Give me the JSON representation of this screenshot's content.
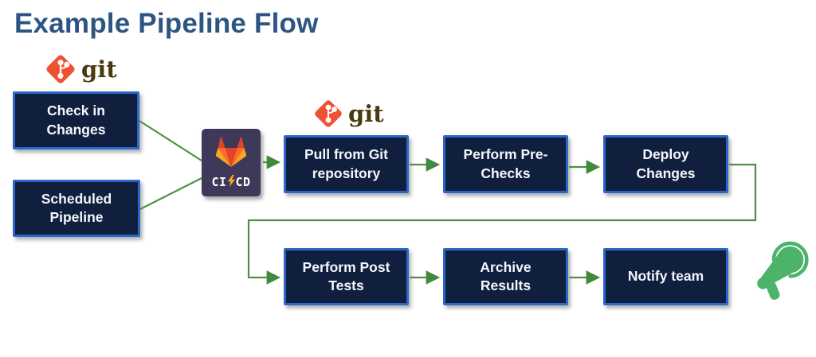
{
  "title": "Example Pipeline Flow",
  "git": {
    "wordmark": "git"
  },
  "gitlab": {
    "ci": "CI",
    "cd": "CD"
  },
  "nodes": [
    {
      "id": "check-in-changes",
      "label": "Check in\nChanges"
    },
    {
      "id": "scheduled-pipeline",
      "label": "Scheduled\nPipeline"
    },
    {
      "id": "pull-from-git",
      "label": "Pull from Git\nrepository"
    },
    {
      "id": "perform-pre-checks",
      "label": "Perform Pre-\nChecks"
    },
    {
      "id": "deploy-changes",
      "label": "Deploy\nChanges"
    },
    {
      "id": "perform-post-tests",
      "label": "Perform Post\nTests"
    },
    {
      "id": "archive-results",
      "label": "Archive\nResults"
    },
    {
      "id": "notify-team",
      "label": "Notify team"
    }
  ],
  "colors": {
    "title": "#2d5581",
    "node_fill": "#101f3e",
    "node_border": "#2b66c9",
    "connector_green": "#4f9043",
    "gitlab_purple": "#3e3959",
    "git_orange": "#f05133",
    "git_wordmark": "#4a3a10",
    "megaphone_green": "#4cb36b"
  }
}
